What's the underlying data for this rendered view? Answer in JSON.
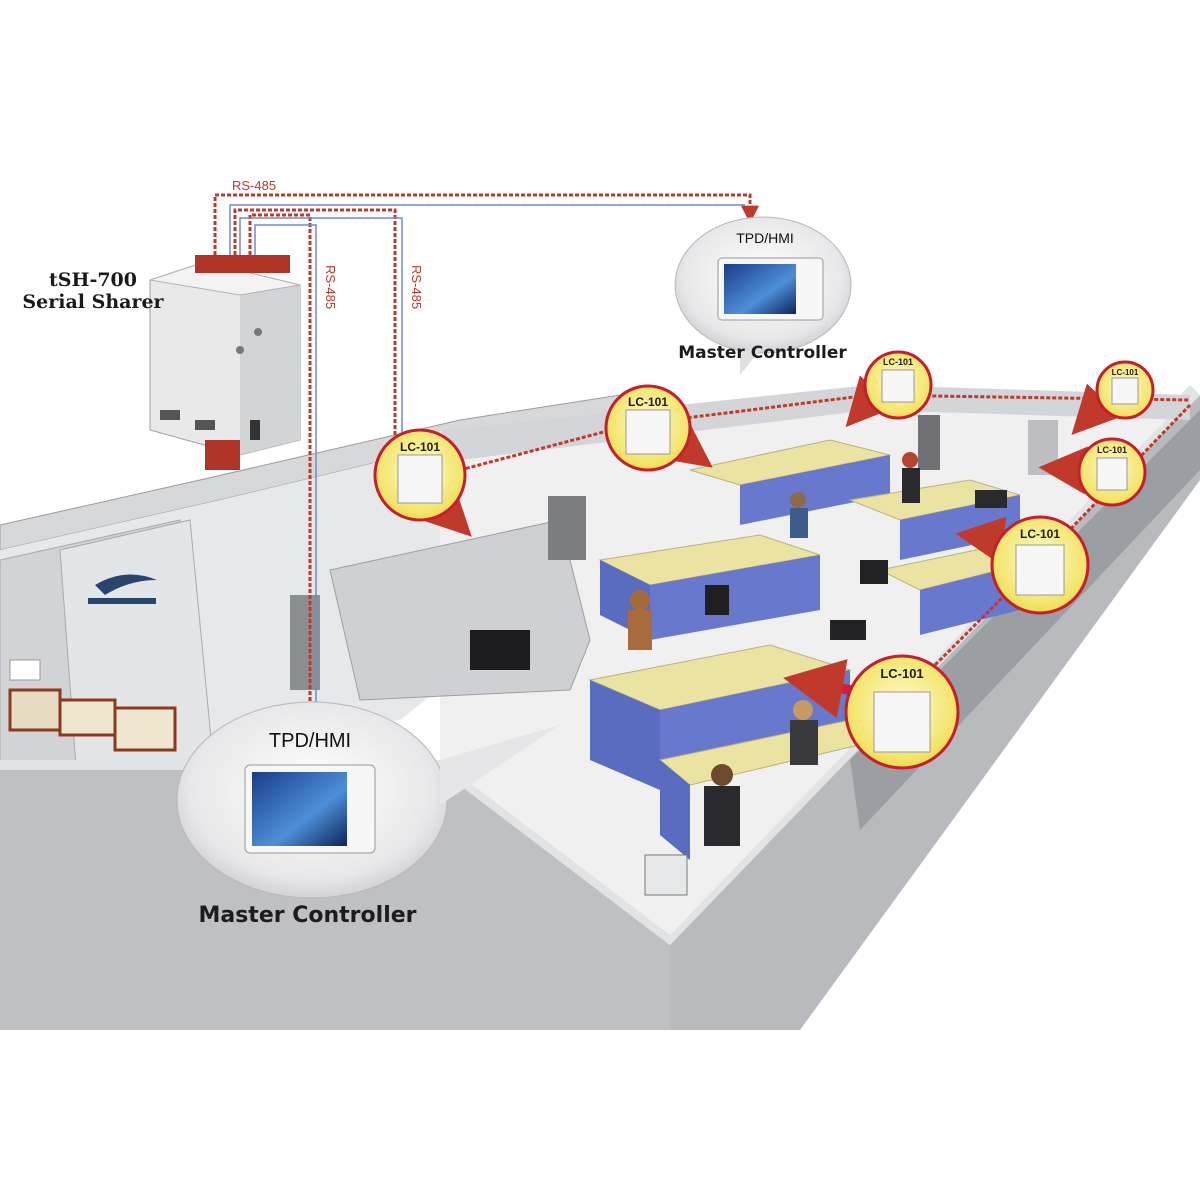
{
  "serial_sharer": {
    "model": "tSH-700",
    "name": "Serial Sharer"
  },
  "bus": {
    "label_top": "RS-485",
    "label_middle": "RS-485",
    "label_right": "RS-485"
  },
  "hmi_top": {
    "title": "TPD/HMI",
    "caption": "Master Controller"
  },
  "hmi_bottom": {
    "title": "TPD/HMI",
    "caption": "Master Controller"
  },
  "lc_modules": [
    {
      "label": "LC-101"
    },
    {
      "label": "LC-101"
    },
    {
      "label": "LC-101"
    },
    {
      "label": "LC-101"
    },
    {
      "label": "LC-101"
    },
    {
      "label": "LC-101"
    },
    {
      "label": "LC-101"
    }
  ],
  "colors": {
    "bus_red": "#c0392b",
    "bus_blue": "#6b8ccf",
    "callout_yellow": "#f4e66a",
    "callout_ring": "#c81d2c",
    "arrow_red": "#d11f3a",
    "wall_gray": "#c9cacc",
    "floor_white": "#f4f4f4",
    "cubicle_blue": "#5a6cc0",
    "desk_yellow": "#eae3a2"
  }
}
